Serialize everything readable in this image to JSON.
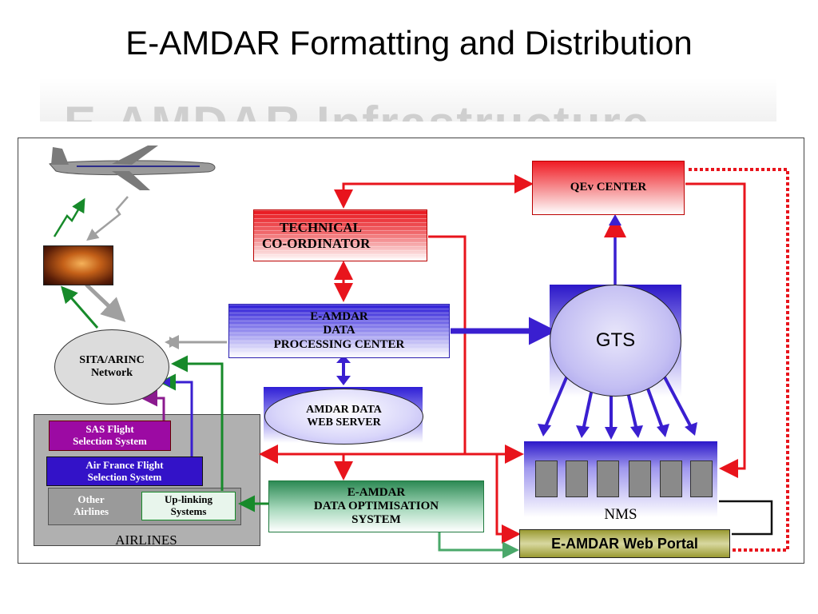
{
  "title": "E-AMDAR Formatting and Distribution",
  "banner_text": "E-AMDAR Infrastructure",
  "nodes": {
    "qev_center": "QEv CENTER",
    "technical_line1": "TECHNICAL",
    "technical_line2": "CO-ORDINATOR",
    "processing_line1": "E-AMDAR",
    "processing_line2": "DATA",
    "processing_line3": "PROCESSING CENTER",
    "gts": "GTS",
    "web_server_line1": "AMDAR DATA",
    "web_server_line2": "WEB SERVER",
    "sita_line1": "SITA/ARINC",
    "sita_line2": "Network",
    "sas_line1": "SAS Flight",
    "sas_line2": "Selection System",
    "airfrance_line1": "Air France Flight",
    "airfrance_line2": "Selection System",
    "other_line1": "Other",
    "other_line2": "Airlines",
    "uplink_line1": "Up-linking",
    "uplink_line2": "Systems",
    "airlines": "AIRLINES",
    "optimisation_line1": "E-AMDAR",
    "optimisation_line2": "DATA OPTIMISATION",
    "optimisation_line3": "SYSTEM",
    "nms": "NMS",
    "web_portal": "E-AMDAR Web Portal"
  },
  "colors": {
    "red_flow": "#e8141c",
    "blue_flow": "#3a1fd0",
    "green_flow": "#178a2a",
    "purple_flow": "#8b1a8f",
    "gray_flow": "#a0a0a0",
    "dotted_red": "#e8141c"
  }
}
